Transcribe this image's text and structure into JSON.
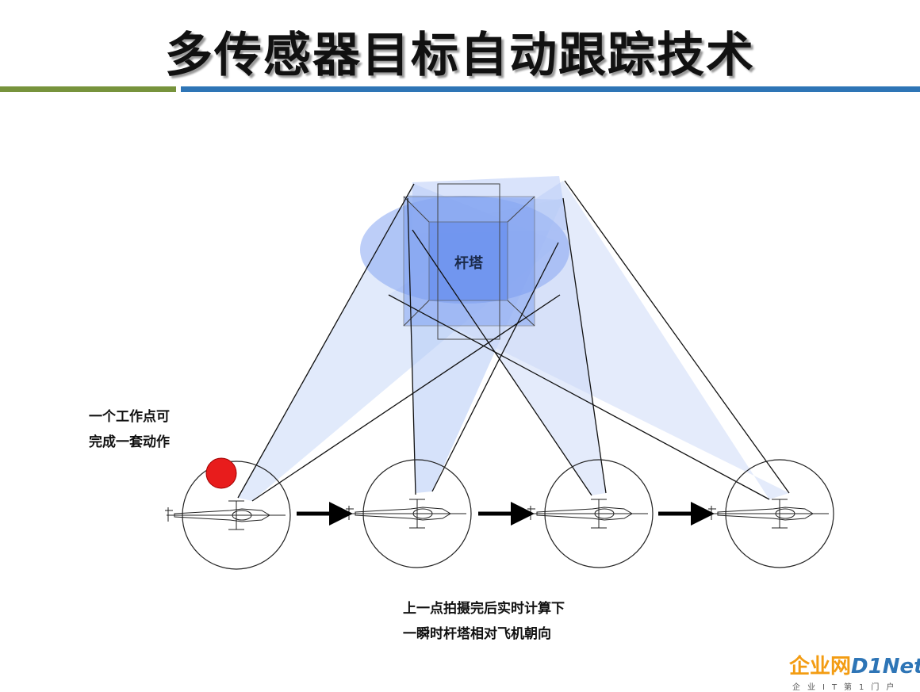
{
  "title": "多传感器目标自动跟踪技术",
  "tower_label": "杆塔",
  "note_left": [
    "一个工作点可",
    "完成一套动作"
  ],
  "note_bottom": [
    "上一点拍摄完后实时计算下",
    "一瞬时杆塔相对飞机朝向"
  ],
  "logo": {
    "cn": "企业网",
    "en": "D1Net",
    "sub": "企业IT第1门户"
  },
  "colors": {
    "accent_green": "#77933c",
    "accent_blue": "#2e75b6",
    "beam_fill": "#c5d5f7",
    "tower_fill": "#6f95f0",
    "marker_red": "#e81c1c"
  }
}
